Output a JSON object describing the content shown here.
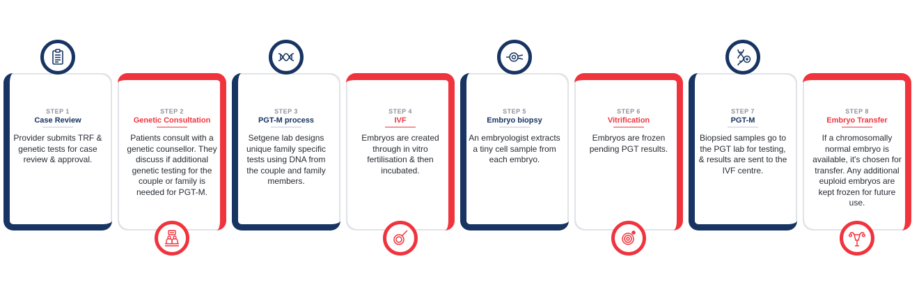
{
  "colors": {
    "navy": "#173462",
    "red": "#f0343e",
    "grey": "#8d919b",
    "text": "#262a33"
  },
  "steps": [
    {
      "step": "STEP 1",
      "title": "Case Review",
      "desc": "Provider submits TRF & genetic tests for case review & approval.",
      "icon": "clipboard-icon"
    },
    {
      "step": "STEP 2",
      "title": "Genetic Consultation",
      "desc": "Patients consult with a genetic counsellor. They discuss if additional genetic testing for the couple or family is needed for PGT-M.",
      "icon": "consultation-icon"
    },
    {
      "step": "STEP 3",
      "title": "PGT-M process",
      "desc": "Setgene lab designs unique family specific tests using DNA from the couple and family members.",
      "icon": "dna-icon"
    },
    {
      "step": "STEP 4",
      "title": "IVF",
      "desc": "Embryos are created through in vitro fertilisation & then incubated.",
      "icon": "fertilisation-icon"
    },
    {
      "step": "STEP 5",
      "title": "Embryo biopsy",
      "desc": "An embryologist extracts a tiny cell sample from each embryo.",
      "icon": "biopsy-icon"
    },
    {
      "step": "STEP 6",
      "title": "Vitrification",
      "desc": "Embryos are frozen pending PGT results.",
      "icon": "frozen-embryo-icon"
    },
    {
      "step": "STEP 7",
      "title": "PGT-M",
      "desc": "Biopsied samples go to the PGT lab for testing, & results are sent to the IVF centre.",
      "icon": "dna-test-icon"
    },
    {
      "step": "STEP 8",
      "title": "Embryo Transfer",
      "desc": "If a chromosomally normal embryo is available, it's chosen for transfer. Any additional euploid embryos are kept frozen for future use.",
      "icon": "uterus-icon"
    }
  ]
}
